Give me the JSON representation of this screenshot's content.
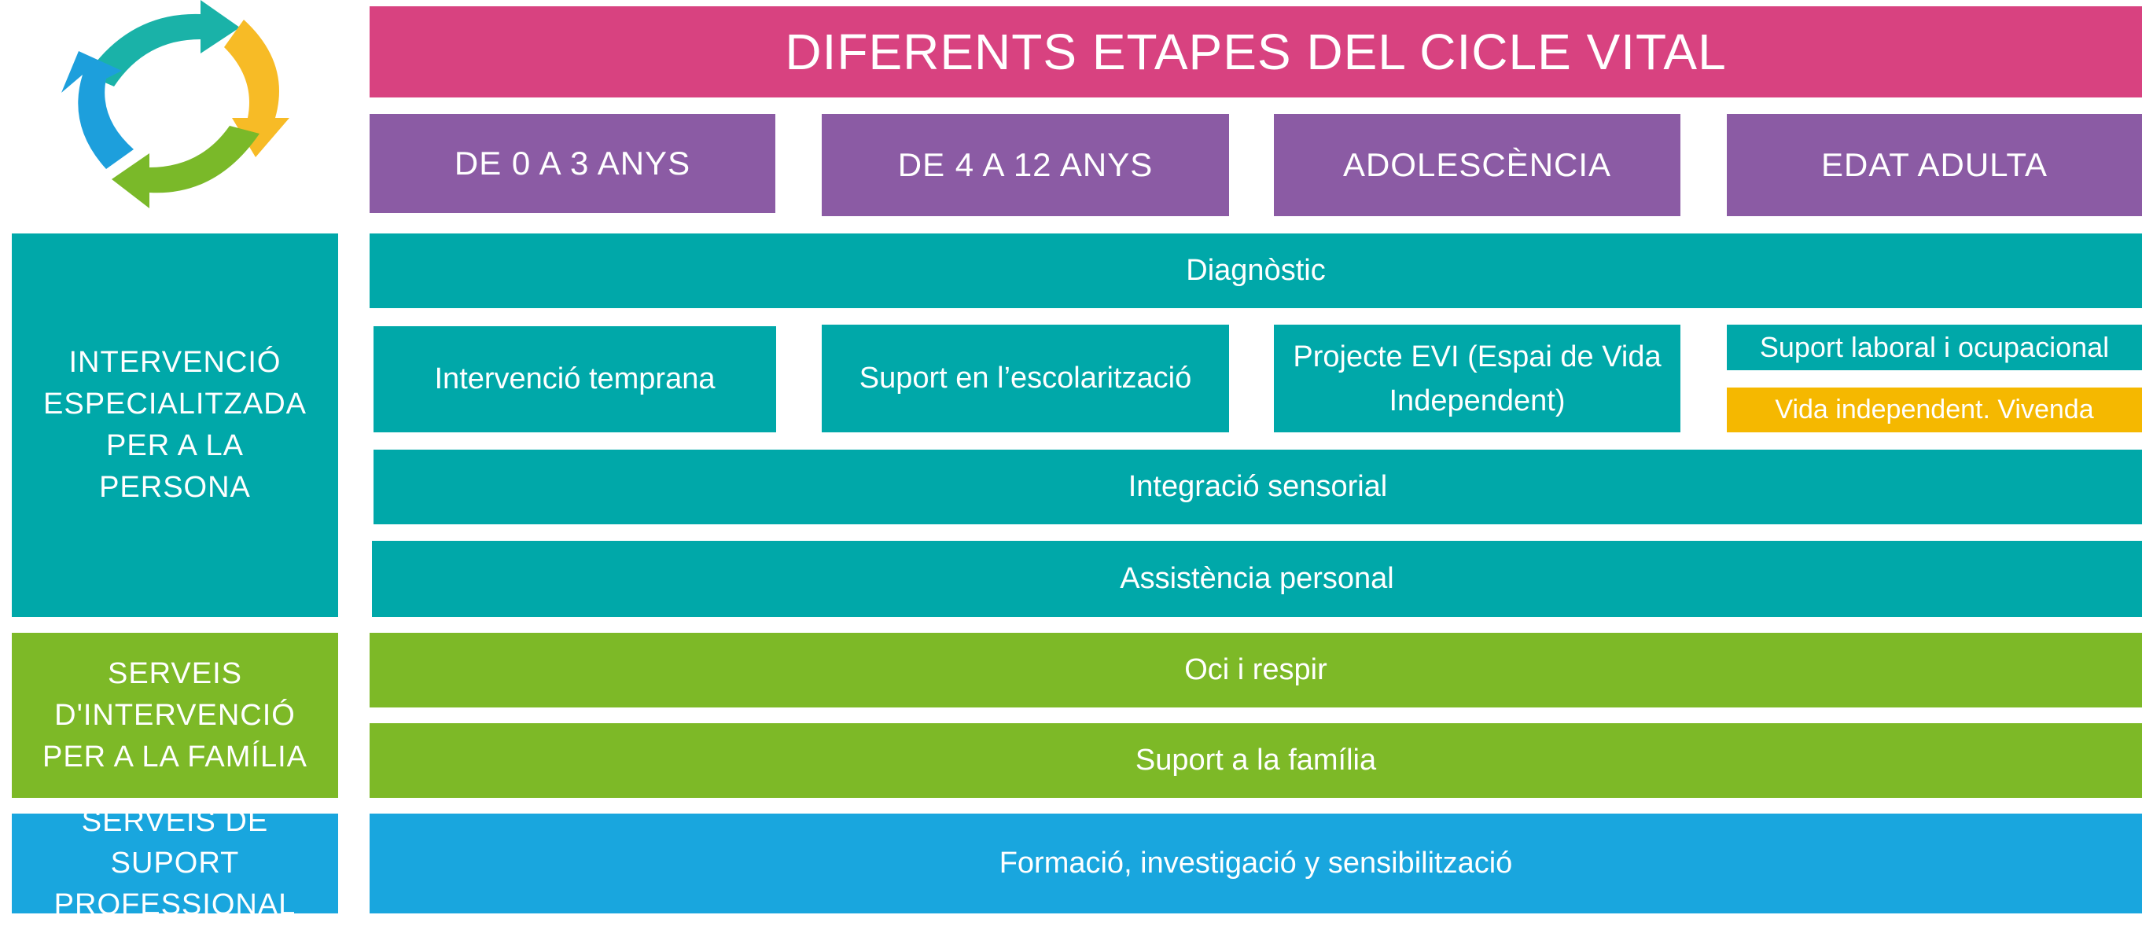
{
  "colors": {
    "title": "#d84280",
    "stage": "#8b5ba4",
    "teal": "#00a8a9",
    "green": "#7db927",
    "blue": "#19a6de",
    "yellow": "#f5b800"
  },
  "logo": {
    "icon": "cycle-arrows-icon"
  },
  "title": "DIFERENTS ETAPES DEL CICLE VITAL",
  "stages": [
    "DE 0 A 3 ANYS",
    "DE 4 A 12 ANYS",
    "ADOLESCÈNCIA",
    "EDAT ADULTA"
  ],
  "categories": {
    "persona": "INTERVENCIÓ ESPECIALITZADA PER A LA PERSONA",
    "familia": "SERVEIS D'INTERVENCIÓ PER A LA FAMÍLIA",
    "professional": "SERVEIS DE SUPORT PROFESSIONAL"
  },
  "services": {
    "diagnostic": "Diagnòstic",
    "intervencio_temprana": "Intervenció temprana",
    "escolaritzacio": "Suport en l’escolarització",
    "projecte_evi": "Projecte EVI (Espai de Vida Independent)",
    "suport_laboral": "Suport laboral i ocupacional",
    "vida_independent": "Vida independent. Vivenda",
    "integracio_sensorial": "Integració sensorial",
    "assistencia_personal": "Assistència personal",
    "oci_respir": "Oci i respir",
    "suport_familia": "Suport a la família",
    "formacio": "Formació, investigació y sensibilització"
  }
}
